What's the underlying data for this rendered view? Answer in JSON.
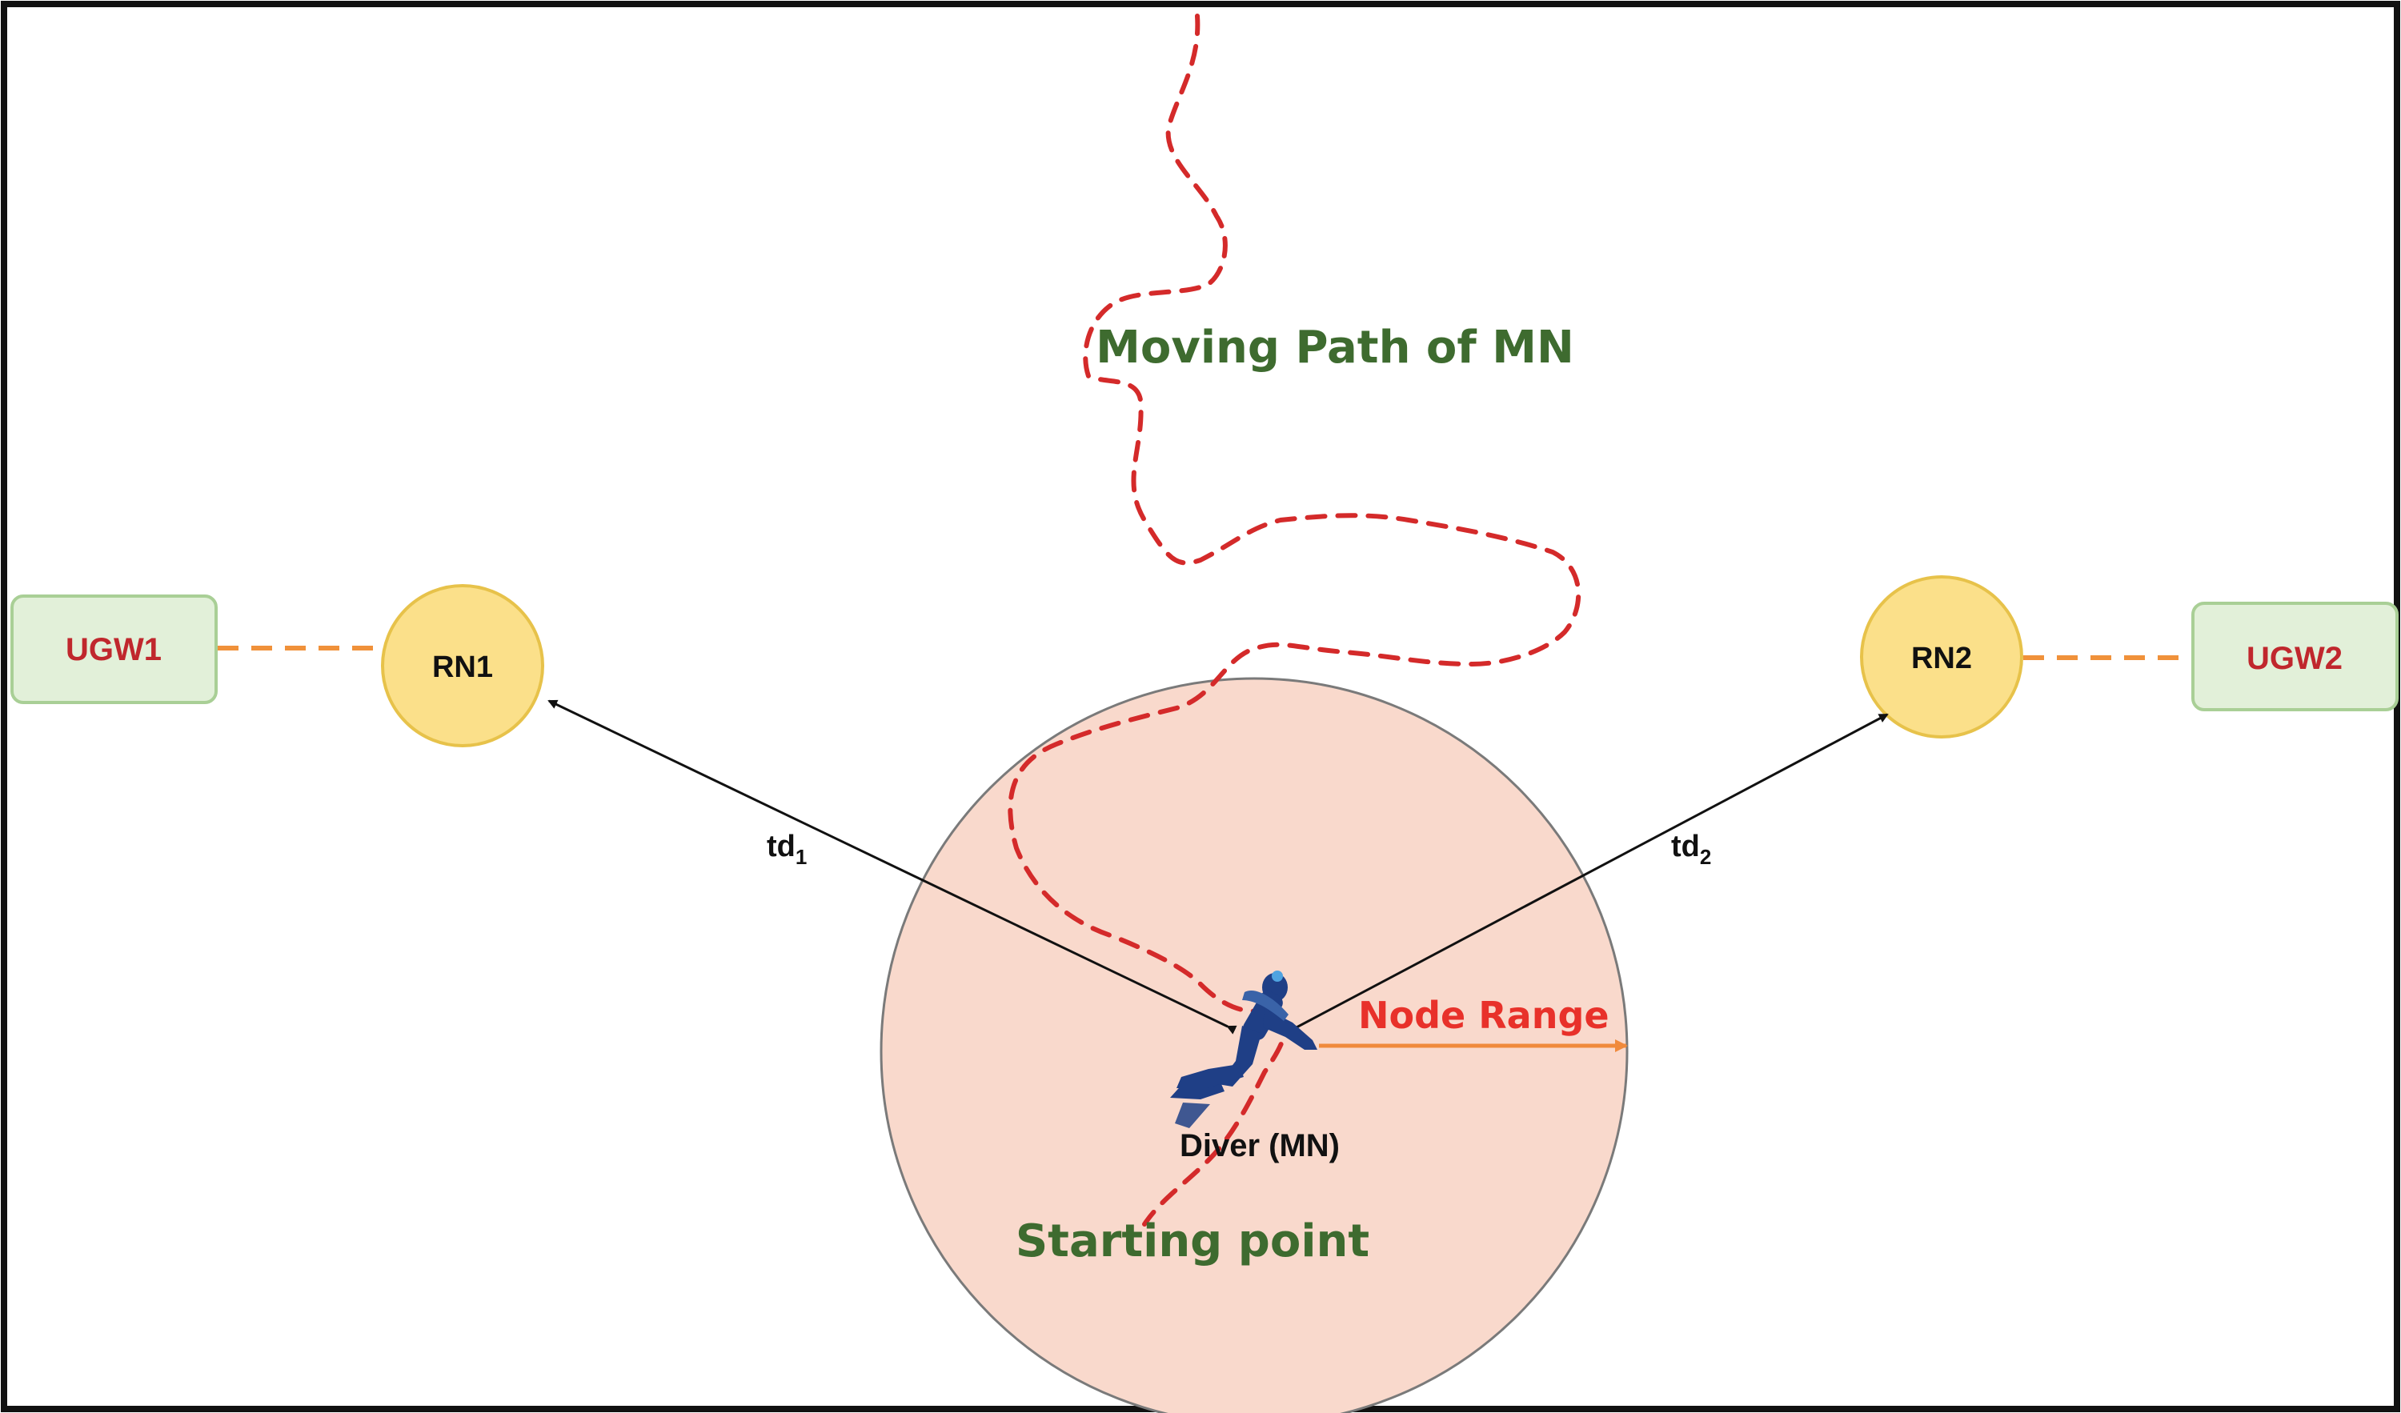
{
  "gateways": {
    "left": {
      "label": "UGW1"
    },
    "right": {
      "label": "UGW2"
    }
  },
  "reference_nodes": {
    "left": {
      "label": "RN1"
    },
    "right": {
      "label": "RN2"
    }
  },
  "distances": {
    "left": {
      "base": "td",
      "sub": "1"
    },
    "right": {
      "base": "td",
      "sub": "2"
    }
  },
  "mobile_node": {
    "label": "Diver (MN)",
    "range_label": "Node Range",
    "start_label": "Starting point",
    "path_label": "Moving Path of MN"
  },
  "colors": {
    "path": "#d42a2a",
    "range_fill": "#f9d9cc",
    "range_stroke": "#7a7a7a",
    "range_arrow": "#f08a3c",
    "node_fill": "#fbe08a",
    "node_stroke": "#e7c24a",
    "gateway_fill": "#e2f0d9",
    "gateway_stroke": "#a9cf96",
    "gateway_link": "#f0913a",
    "diver": "#1f3f86"
  },
  "icons": {
    "diver": "scuba-diver-icon"
  }
}
